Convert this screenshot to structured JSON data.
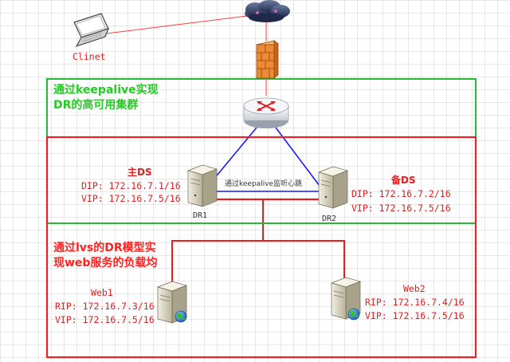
{
  "client": {
    "label": "Clinet",
    "icon": "laptop-icon"
  },
  "internet": {
    "icon": "cloud-icon"
  },
  "firewall": {
    "icon": "firewall-icon"
  },
  "router": {
    "icon": "router-icon"
  },
  "green_zone": {
    "title_line1": "通过keepalive实现",
    "title_line2": "DR的高可用集群",
    "color": "#22bb33"
  },
  "red_zone": {
    "title_line1": "通过lvs的DR模型实",
    "title_line2": "现web服务的负载均",
    "color": "#ee2222"
  },
  "heartbeat_label": "通过keepalive监听心跳",
  "dr1": {
    "role": "主DS",
    "dip": "DIP: 172.16.7.1/16",
    "vip": "VIP: 172.16.7.5/16",
    "name": "DR1",
    "icon": "server-icon"
  },
  "dr2": {
    "role": "备DS",
    "dip": "DIP: 172.16.7.2/16",
    "vip": "VIP: 172.16.7.5/16",
    "name": "DR2",
    "icon": "server-icon"
  },
  "web1": {
    "name": "Web1",
    "rip": "RIP: 172.16.7.3/16",
    "vip": "VIP: 172.16.7.5/16",
    "icon": "web-server-icon"
  },
  "web2": {
    "name": "Web2",
    "rip": "RIP: 172.16.7.4/16",
    "vip": "VIP: 172.16.7.5/16",
    "icon": "web-server-icon"
  },
  "colors": {
    "link_blue": "#1a1aff",
    "link_red": "#e81c1c",
    "cluster_green": "#22bb33",
    "cluster_red": "#ee2222"
  }
}
